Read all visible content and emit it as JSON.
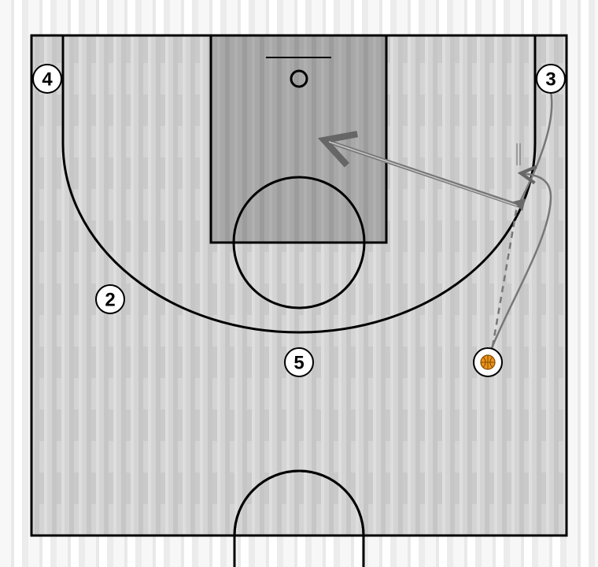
{
  "diagram": {
    "players": [
      {
        "id": "player-4",
        "label": "4"
      },
      {
        "id": "player-3",
        "label": "3"
      },
      {
        "id": "player-2",
        "label": "2"
      },
      {
        "id": "player-5",
        "label": "5"
      },
      {
        "id": "player-1",
        "label": "",
        "has_ball": true
      }
    ],
    "colors": {
      "court_floor": "#d2d2d2",
      "paint": "#a6a6a6",
      "lines": "#000000",
      "movement": "#6e6e6e",
      "player_fill": "#ffffff",
      "ball": "#e8941a"
    },
    "icons": {
      "ball": "basketball-icon"
    }
  }
}
